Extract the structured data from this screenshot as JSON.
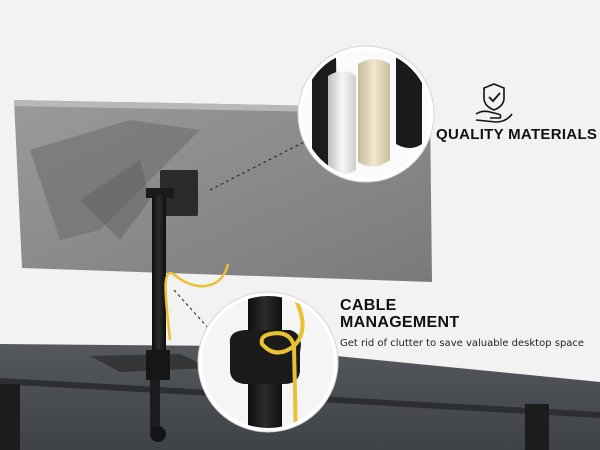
{
  "callouts": {
    "quality": {
      "title": "QUALITY MATERIALS",
      "icon": "hand-shield-check-icon"
    },
    "cable": {
      "title_line1": "CABLE",
      "title_line2": "MANAGEMENT",
      "description": "Get rid of clutter to save valuable desktop space"
    }
  },
  "colors": {
    "background": "#f2f2f2",
    "monitor": "#8c8c8c",
    "desk_top": "#4a4d52",
    "pole": "#1a1a1a",
    "cable": "#e8c233",
    "gold_tube": "#d8cfb4",
    "silver_tube": "#e6e6e6"
  }
}
